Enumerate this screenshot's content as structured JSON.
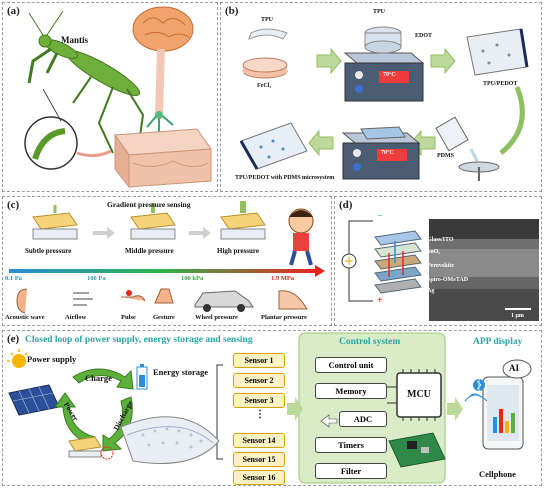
{
  "panel_a": {
    "label": "(a)",
    "mantis_label": "Mantis"
  },
  "panel_b": {
    "label": "(b)",
    "tpu_film": "TPU",
    "tpu_top": "TPU",
    "edot": "EDOT",
    "fecl3": "FeCl₃",
    "tpu_pedot": "TPU/PEDOT",
    "pdms": "PDMS",
    "result": "TPU/PEDOT with PDMS microsystem",
    "temp1": "70°C",
    "temp2": "70°C"
  },
  "panel_c": {
    "label": "(c)",
    "title": "Gradient pressure sensing",
    "subtle": "Subtle pressure",
    "middle": "Middle pressure",
    "high": "High pressure",
    "ticks": [
      "0.1 Pa",
      "100 Pa",
      "100 kPa",
      "1.9 MPa"
    ],
    "apps": [
      "Acoustic wave",
      "Airflow",
      "Pulse",
      "Gesture",
      "Wheel pressure",
      "Plantar pressure"
    ]
  },
  "panel_d": {
    "label": "(d)",
    "layers": [
      "Glass/ITO",
      "SnO₂",
      "Perovskite",
      "Spiro-OMeTAD",
      "Ag"
    ],
    "scale": "1 μm",
    "minus": "−",
    "plus": "+"
  },
  "panel_e": {
    "label": "(e)",
    "title": "Closed loop of power supply, energy storage and sensing",
    "power_supply": "Power supply",
    "charge": "Charge",
    "power": "Power",
    "discharge": "Discharge",
    "energy_storage": "Energy storage",
    "sensors": [
      "Sensor 1",
      "Sensor 2",
      "Sensor 3",
      "⋮",
      "Sensor 14",
      "Sensor 15",
      "Sensor 16"
    ],
    "control_title": "Control system",
    "control_items": [
      "Control unit",
      "Memory",
      "ADC",
      "Timers",
      "Filter"
    ],
    "mcu": "MCU",
    "app_title": "APP display",
    "ai": "AI",
    "cellphone": "Cellphone"
  },
  "colors": {
    "green_arrow": "#bcd99a",
    "control_bg": "#d9ecc7",
    "sensor_fill": "#fff3c4",
    "gradient_start": "#2c8dd8",
    "gradient_end": "#e8261e"
  }
}
